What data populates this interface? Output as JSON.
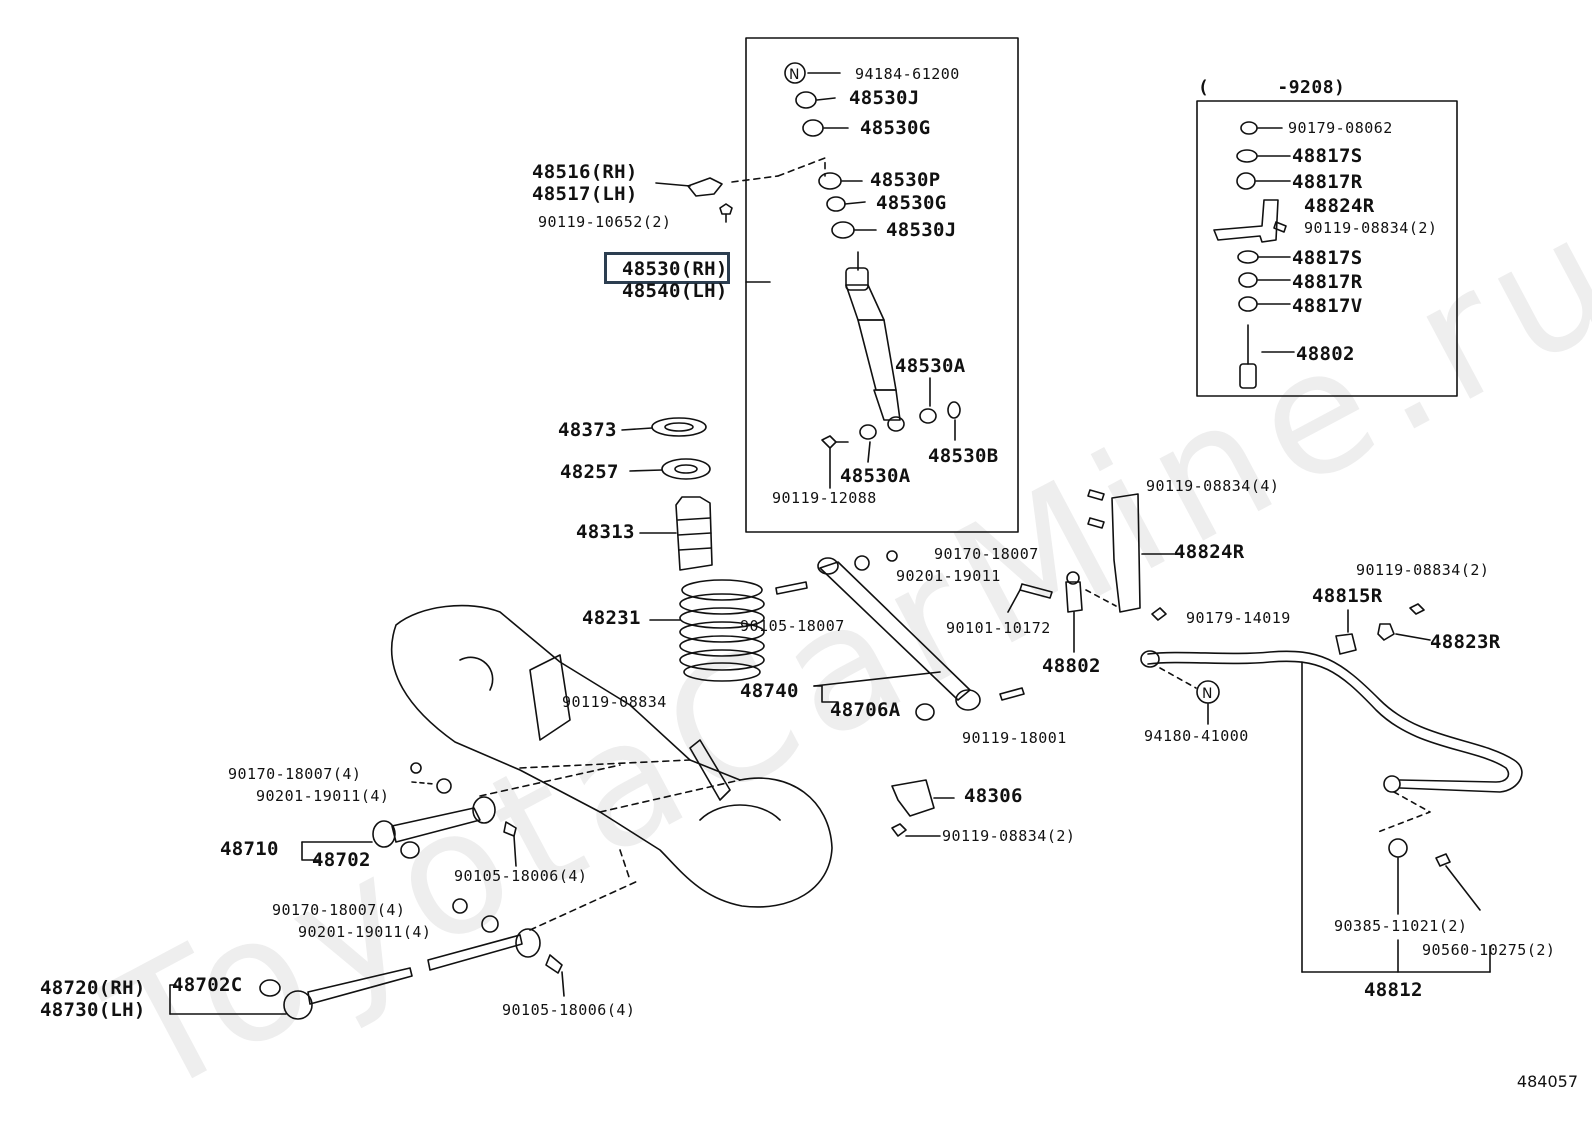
{
  "watermark": "ToyotaCarMine.ru",
  "doc_id": "484057",
  "date_note": "(      -9208)",
  "labels": {
    "p94184_61200": "94184-61200",
    "p48530J_a": "48530J",
    "p48530G_a": "48530G",
    "p48530P": "48530P",
    "p48530G_b": "48530G",
    "p48530J_b": "48530J",
    "p48516": "48516(RH)",
    "p48517": "48517(LH)",
    "p90119_10652": "90119-10652(2)",
    "p48530_rh": "48530(RH)",
    "p48540_lh": "48540(LH)",
    "p48530A_a": "48530A",
    "p48530A_b": "48530A",
    "p48530B": "48530B",
    "p90119_12088": "90119-12088",
    "p48373": "48373",
    "p48257": "48257",
    "p48313": "48313",
    "p48231": "48231",
    "p90170_18007_a": "90170-18007",
    "p90201_19011_a": "90201-19011",
    "p90105_18007": "90105-18007",
    "p90101_10172": "90101-10172",
    "p48740": "48740",
    "p48706A": "48706A",
    "p90119_18001": "90119-18001",
    "p90119_08834_a": "90119-08834",
    "p48802_a": "48802",
    "p90119_08834_4": "90119-08834(4)",
    "p48824R_a": "48824R",
    "p90179_14019": "90179-14019",
    "p90119_08834_2a": "90119-08834(2)",
    "p48815R": "48815R",
    "p48823R": "48823R",
    "p94180_41000": "94180-41000",
    "p90170_18007_4a": "90170-18007(4)",
    "p90201_19011_4a": "90201-19011(4)",
    "p48710": "48710",
    "p48702": "48702",
    "p90105_18006_4a": "90105-18006(4)",
    "p48306": "48306",
    "p90119_08834_2b": "90119-08834(2)",
    "p90170_18007_4b": "90170-18007(4)",
    "p90201_19011_4b": "90201-19011(4)",
    "p48720": "48720(RH)",
    "p48730": "48730(LH)",
    "p48702C": "48702C",
    "p90105_18006_4b": "90105-18006(4)",
    "p90385_11021": "90385-11021(2)",
    "p90560_10275": "90560-10275(2)",
    "p48812": "48812",
    "p90179_08062": "90179-08062",
    "p48817S_a": "48817S",
    "p48817R_a": "48817R",
    "p48824R_b": "48824R",
    "p90119_08834_2c": "90119-08834(2)",
    "p48817S_b": "48817S",
    "p48817R_b": "48817R",
    "p48817V": "48817V",
    "p48802_b": "48802"
  }
}
